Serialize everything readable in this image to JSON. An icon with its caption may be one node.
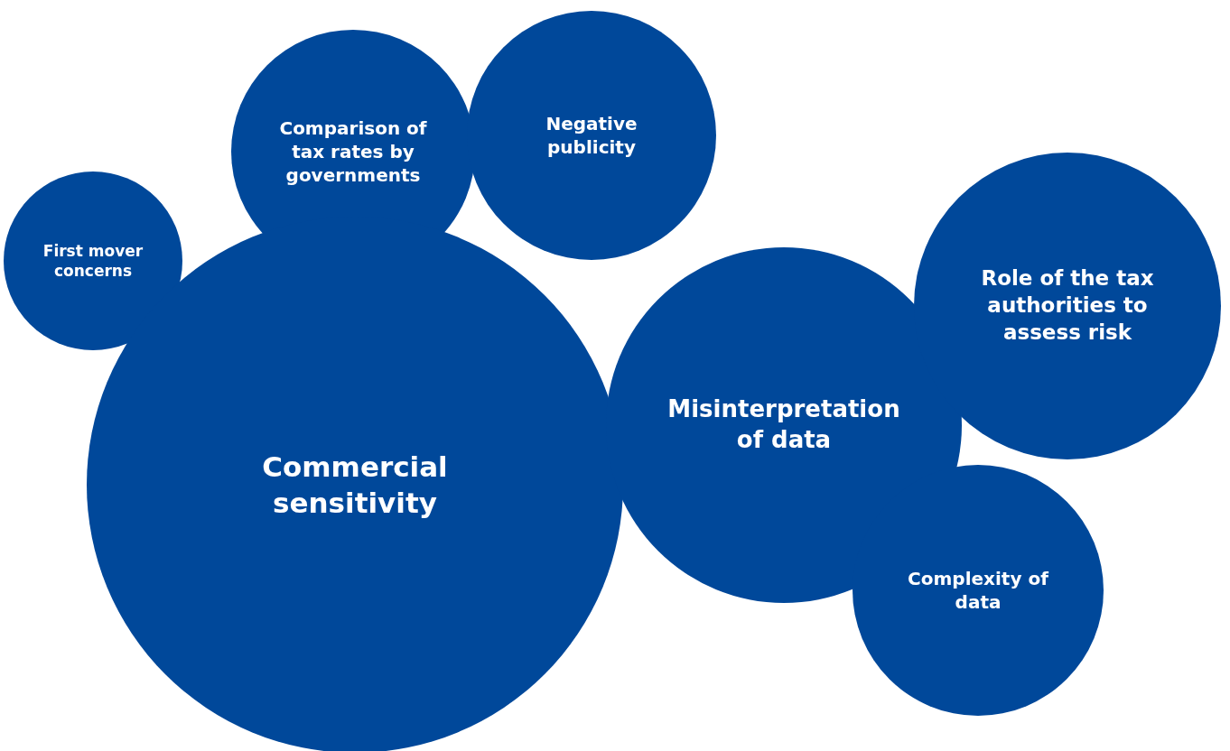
{
  "diagram": {
    "nodes": [
      {
        "text": [
          "Comparison of tax rates by governments"
        ]
      },
      {
        "text": [
          "Negative publicity"
        ]
      },
      {
        "text": [
          "First mover concerns"
        ]
      },
      {
        "text": [
          "Role of the tax authorities to assess risk"
        ]
      },
      {
        "text": [
          "Misinterpretation of data"
        ]
      },
      {
        "text": [
          "Commercial sensitivity"
        ]
      },
      {
        "text": [
          "Complexity of data"
        ]
      }
    ]
  }
}
